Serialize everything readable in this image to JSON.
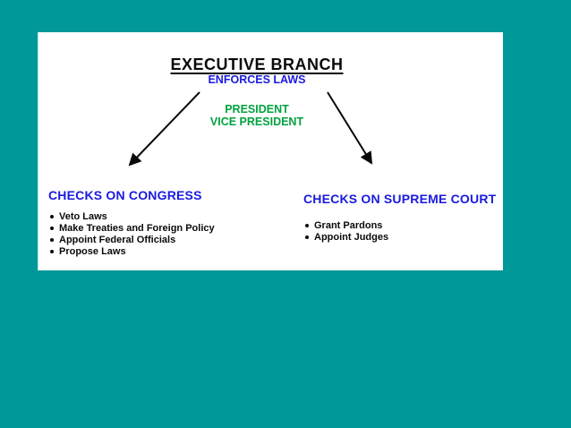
{
  "diagram": {
    "title": "EXECUTIVE BRANCH",
    "subtitle": "ENFORCES LAWS",
    "center_lines": [
      "PRESIDENT",
      "VICE PRESIDENT"
    ],
    "left_section": {
      "heading": "CHECKS ON CONGRESS",
      "items": [
        "Veto Laws",
        "Make Treaties and Foreign Policy",
        "Appoint Federal Officials",
        "Propose Laws"
      ]
    },
    "right_section": {
      "heading": "CHECKS ON SUPREME COURT",
      "items": [
        "Grant Pardons",
        "Appoint Judges"
      ]
    },
    "colors": {
      "background_teal": "#009898",
      "panel_white": "#ffffff",
      "heading_blue": "#1a1ae0",
      "president_green": "#00a23e",
      "text_black": "#0a0a0a",
      "arrow_black": "#0a0a0a"
    }
  }
}
